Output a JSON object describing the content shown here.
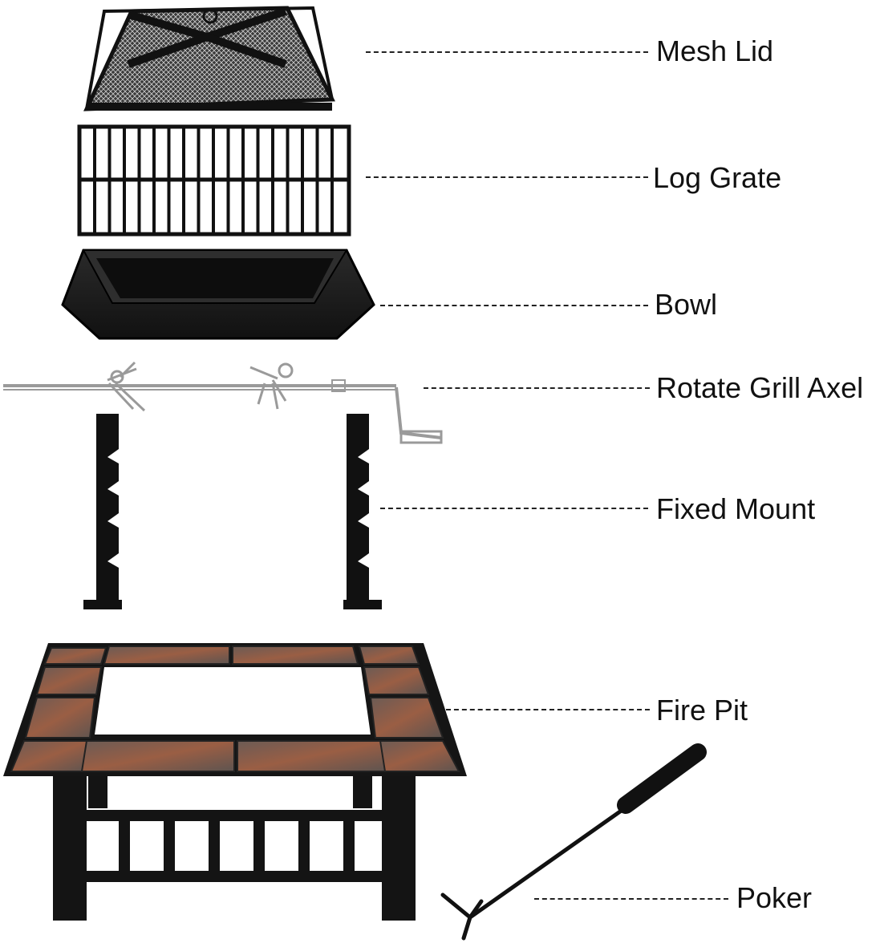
{
  "labels": {
    "mesh_lid": "Mesh Lid",
    "log_grate": "Log Grate",
    "bowl": "Bowl",
    "rotate_grill_axel": "Rotate Grill Axel",
    "fixed_mount": "Fixed Mount",
    "fire_pit": "Fire Pit",
    "poker": "Poker"
  },
  "colors": {
    "metal": "#1a1a1a",
    "tile": "#8a5a46",
    "tile_dark": "#5a4a44",
    "chrome": "#b8b8b8"
  }
}
